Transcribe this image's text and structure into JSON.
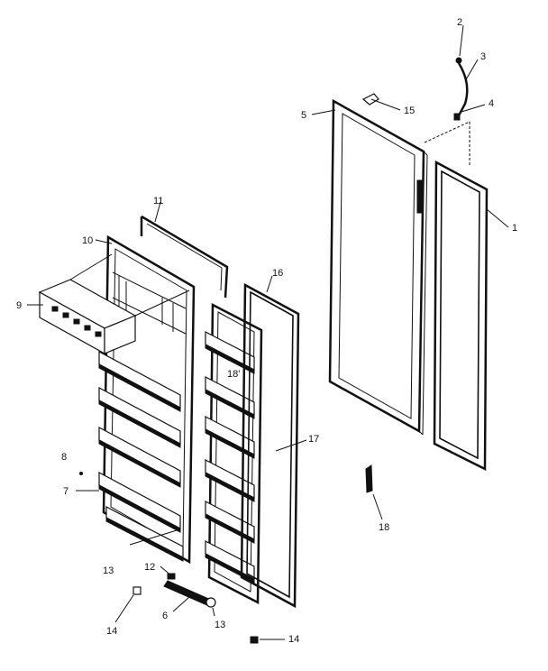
{
  "callouts": [
    {
      "id": "c1",
      "label": "1"
    },
    {
      "id": "c2",
      "label": "2"
    },
    {
      "id": "c3",
      "label": "3"
    },
    {
      "id": "c4",
      "label": "4"
    },
    {
      "id": "c5",
      "label": "5"
    },
    {
      "id": "c6",
      "label": "6"
    },
    {
      "id": "c7",
      "label": "7"
    },
    {
      "id": "c8",
      "label": "8"
    },
    {
      "id": "c9",
      "label": "9"
    },
    {
      "id": "c10",
      "label": "10"
    },
    {
      "id": "c11",
      "label": "11"
    },
    {
      "id": "c12",
      "label": "12"
    },
    {
      "id": "c13a",
      "label": "13"
    },
    {
      "id": "c13b",
      "label": "13"
    },
    {
      "id": "c14a",
      "label": "14"
    },
    {
      "id": "c14b",
      "label": "14"
    },
    {
      "id": "c15",
      "label": "15"
    },
    {
      "id": "c16",
      "label": "16"
    },
    {
      "id": "c17",
      "label": "17"
    },
    {
      "id": "c18a",
      "label": "18"
    },
    {
      "id": "c18b",
      "label": "18'"
    }
  ]
}
